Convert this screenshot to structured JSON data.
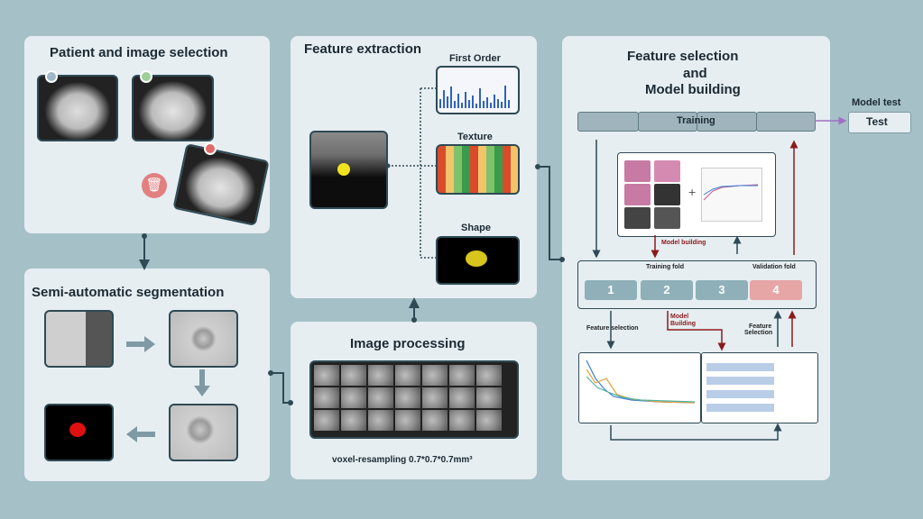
{
  "panels": {
    "patient_selection": {
      "title": "Patient and image selection"
    },
    "segmentation": {
      "title": "Semi-automatic segmentation"
    },
    "feature_extraction": {
      "title": "Feature extraction",
      "first_order": "First Order",
      "texture": "Texture",
      "shape": "Shape"
    },
    "image_processing": {
      "title": "Image processing",
      "caption": "voxel-resampling 0.7*0.7*0.7mm³"
    },
    "feature_selection": {
      "title_line1": "Feature selection",
      "title_line2": "and",
      "title_line3": "Model building",
      "training": "Training",
      "model_building_red": "Model building",
      "training_fold": "Training fold",
      "validation_fold": "Validation fold",
      "folds": [
        "1",
        "2",
        "3",
        "4"
      ],
      "feature_selection_label": "Feature selection",
      "model_building_label_line1": "Model",
      "model_building_label_line2": "Building",
      "feature_selection_right_line1": "Feature",
      "feature_selection_right_line2": "Selection"
    },
    "model_test": {
      "title": "Model test",
      "box": "Test"
    }
  },
  "colors": {
    "background": "#a6c0c7",
    "panel": "#e6eef2",
    "arrow_dark": "#2f4a55",
    "arrow_red": "#8b1a1a",
    "fold_teal": "#8fb0b8",
    "fold_pink": "#e6a6a6",
    "trash_red": "#e28080"
  },
  "icons": [
    "trash-icon",
    "arrow-right-icon",
    "arrow-down-icon",
    "arrow-left-icon"
  ]
}
